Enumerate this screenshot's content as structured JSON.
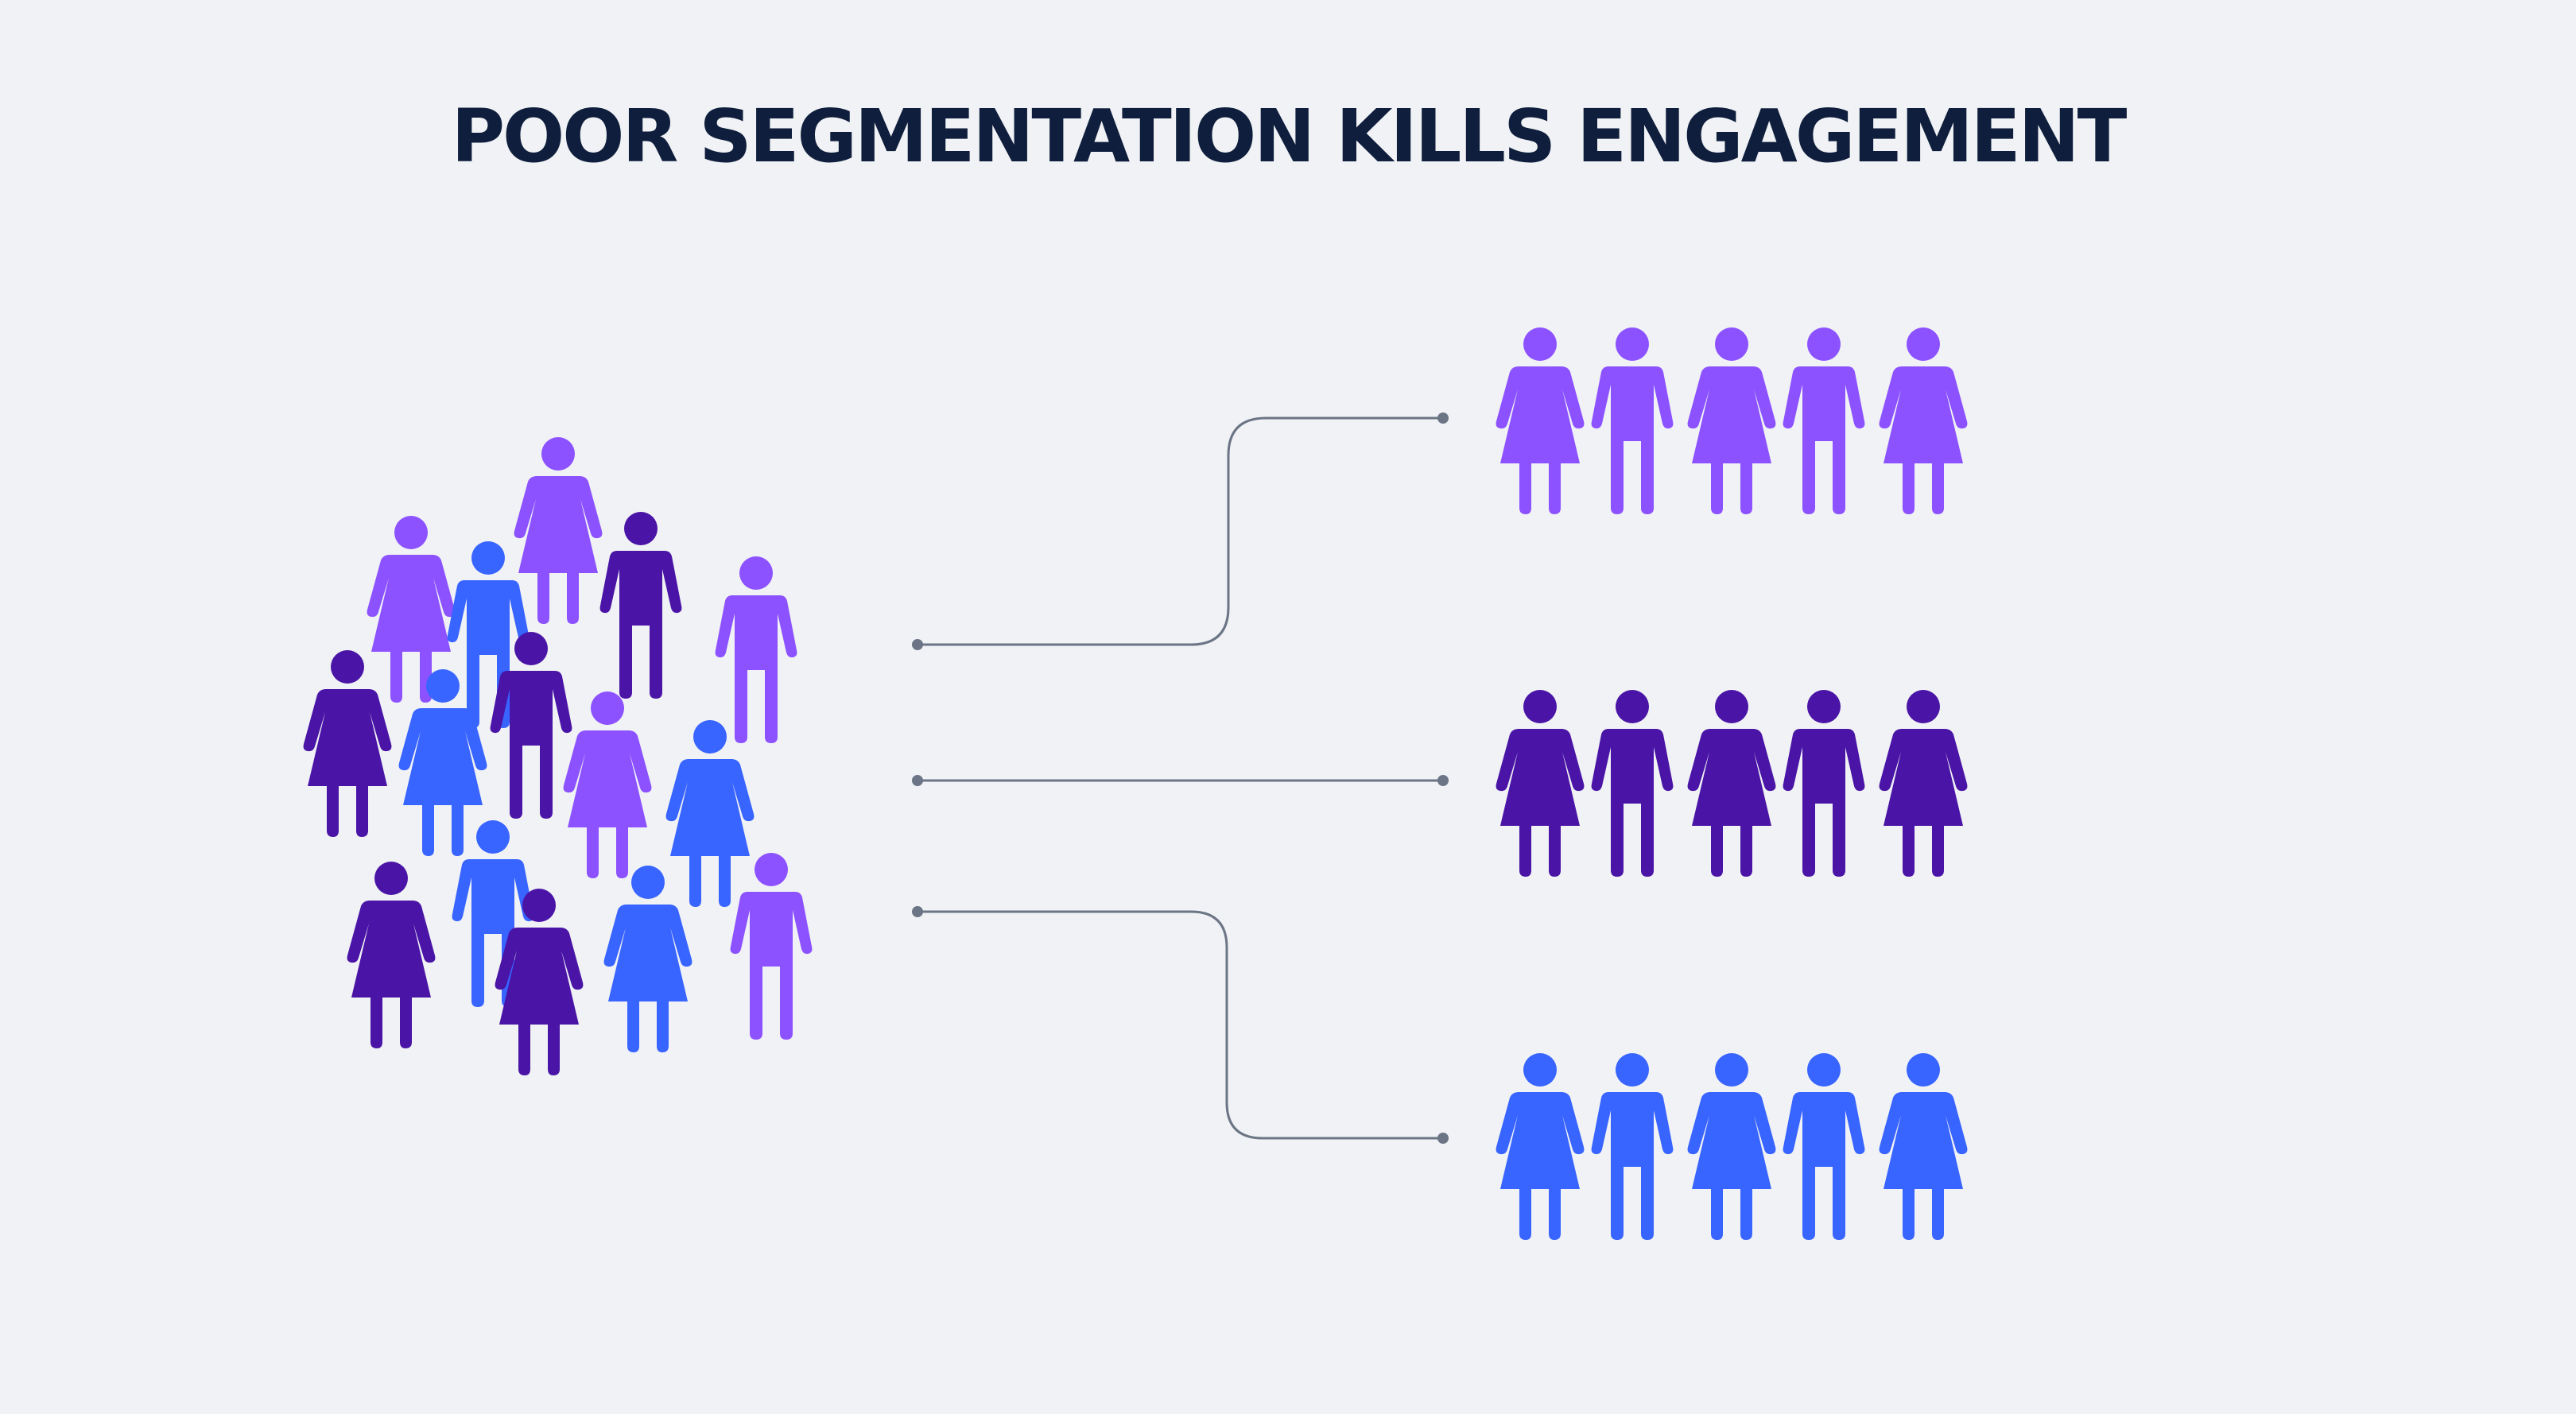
{
  "title": "POOR SEGMENTATION KILLS ENGAGEMENT",
  "colors": {
    "background": "#f0f2f5",
    "title": "#0f1e3c",
    "light_purple": "#8c52ff",
    "dark_purple": "#4a14a6",
    "blue": "#3864ff",
    "connector": "#6b7585"
  },
  "crowd": [
    {
      "icon": "woman-icon",
      "color": "light_purple"
    },
    {
      "icon": "woman-icon",
      "color": "light_purple"
    },
    {
      "icon": "man-icon",
      "color": "dark_purple"
    },
    {
      "icon": "man-icon",
      "color": "blue"
    },
    {
      "icon": "man-icon",
      "color": "light_purple"
    },
    {
      "icon": "woman-icon",
      "color": "dark_purple"
    },
    {
      "icon": "woman-icon",
      "color": "blue"
    },
    {
      "icon": "man-icon",
      "color": "dark_purple"
    },
    {
      "icon": "woman-icon",
      "color": "light_purple"
    },
    {
      "icon": "woman-icon",
      "color": "blue"
    },
    {
      "icon": "man-icon",
      "color": "blue"
    },
    {
      "icon": "man-icon",
      "color": "light_purple"
    },
    {
      "icon": "woman-icon",
      "color": "dark_purple"
    },
    {
      "icon": "woman-icon",
      "color": "dark_purple"
    },
    {
      "icon": "woman-icon",
      "color": "blue"
    }
  ],
  "segments": [
    {
      "color": "light_purple",
      "icons": [
        "woman-icon",
        "man-icon",
        "woman-icon",
        "man-icon",
        "woman-icon"
      ]
    },
    {
      "color": "dark_purple",
      "icons": [
        "woman-icon",
        "man-icon",
        "woman-icon",
        "man-icon",
        "woman-icon"
      ]
    },
    {
      "color": "blue",
      "icons": [
        "woman-icon",
        "man-icon",
        "woman-icon",
        "man-icon",
        "woman-icon"
      ]
    }
  ]
}
